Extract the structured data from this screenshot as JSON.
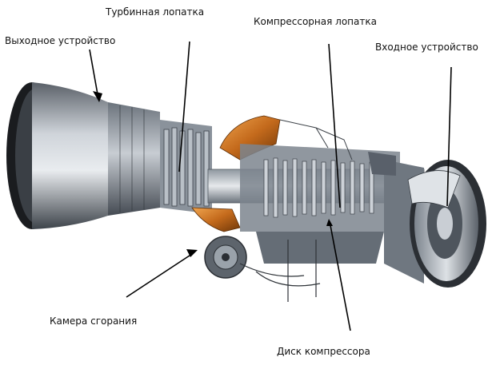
{
  "labels": {
    "turbine_blade": "Турбинная лопатка",
    "compressor_blade": "Компрессорная лопатка",
    "exhaust": "Выходное устройство",
    "inlet": "Входное устройство",
    "combustor": "Камера сгорания",
    "compressor_disc": "Диск компрессора"
  },
  "colors": {
    "steel_light": "#d9dde3",
    "steel_mid": "#9aa3ad",
    "steel_dark": "#4b525b",
    "copper": "#c46a1c",
    "pointer": "#000000"
  }
}
